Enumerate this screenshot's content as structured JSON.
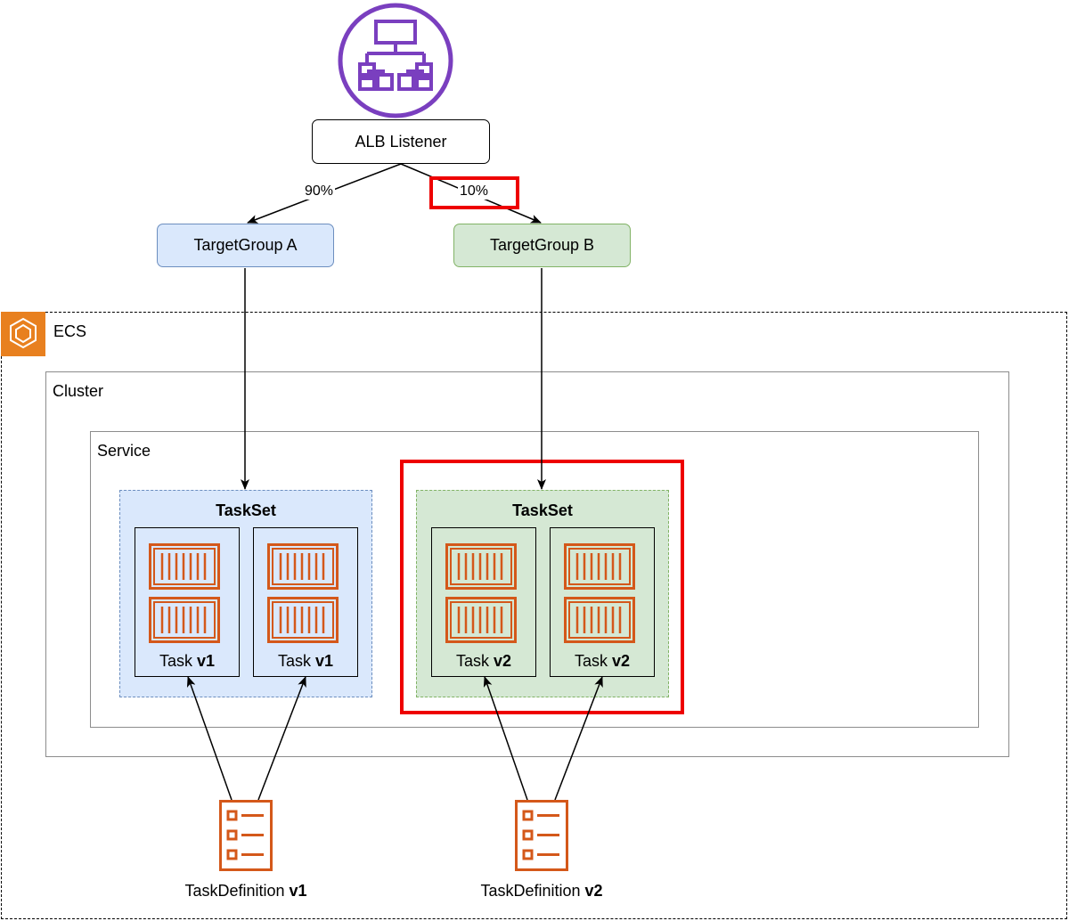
{
  "alb": {
    "listener_label": "ALB Listener",
    "icon": "application-load-balancer-icon"
  },
  "routing": {
    "weight_a": "90%",
    "weight_b": "10%"
  },
  "target_groups": {
    "a_label": "TargetGroup A",
    "b_label": "TargetGroup B"
  },
  "ecs": {
    "label": "ECS",
    "icon": "ecs-icon"
  },
  "cluster": {
    "label": "Cluster"
  },
  "service": {
    "label": "Service"
  },
  "tasksets": {
    "a": {
      "title": "TaskSet",
      "tasks": [
        {
          "prefix": "Task ",
          "version": "v1"
        },
        {
          "prefix": "Task ",
          "version": "v1"
        }
      ]
    },
    "b": {
      "title": "TaskSet",
      "tasks": [
        {
          "prefix": "Task ",
          "version": "v2"
        },
        {
          "prefix": "Task ",
          "version": "v2"
        }
      ]
    }
  },
  "task_definitions": [
    {
      "prefix": "TaskDefinition ",
      "version": "v1"
    },
    {
      "prefix": "TaskDefinition ",
      "version": "v2"
    }
  ],
  "colors": {
    "alb_purple": "#7a3fbf",
    "aws_orange": "#d4581a",
    "ecs_orange": "#e8801f",
    "group_a_fill": "#dae8fc",
    "group_a_stroke": "#6c8ebf",
    "group_b_fill": "#d5e8d4",
    "group_b_stroke": "#82b366",
    "highlight_red": "#ee0000"
  }
}
